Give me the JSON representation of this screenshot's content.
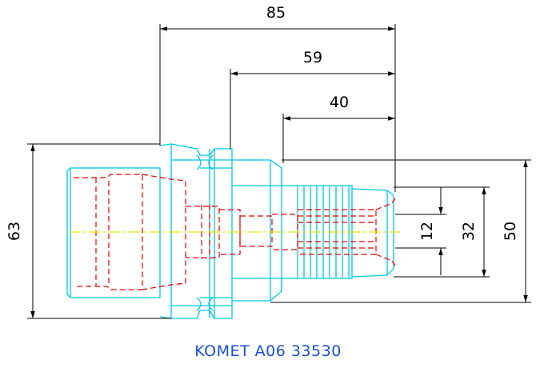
{
  "colors": {
    "outline": "#00c8e6",
    "hidden": "#e00000",
    "centerline": "#e6e600",
    "dimension": "#000000",
    "caption": "#1a4fd0",
    "background": "#ffffff"
  },
  "dimensions": {
    "overall_length": "85",
    "length_mid": "59",
    "length_short": "40",
    "diameter_flange": "63",
    "diameter_body": "50",
    "diameter_collet": "32",
    "diameter_bore": "12"
  },
  "caption": "KOMET A06 33530"
}
